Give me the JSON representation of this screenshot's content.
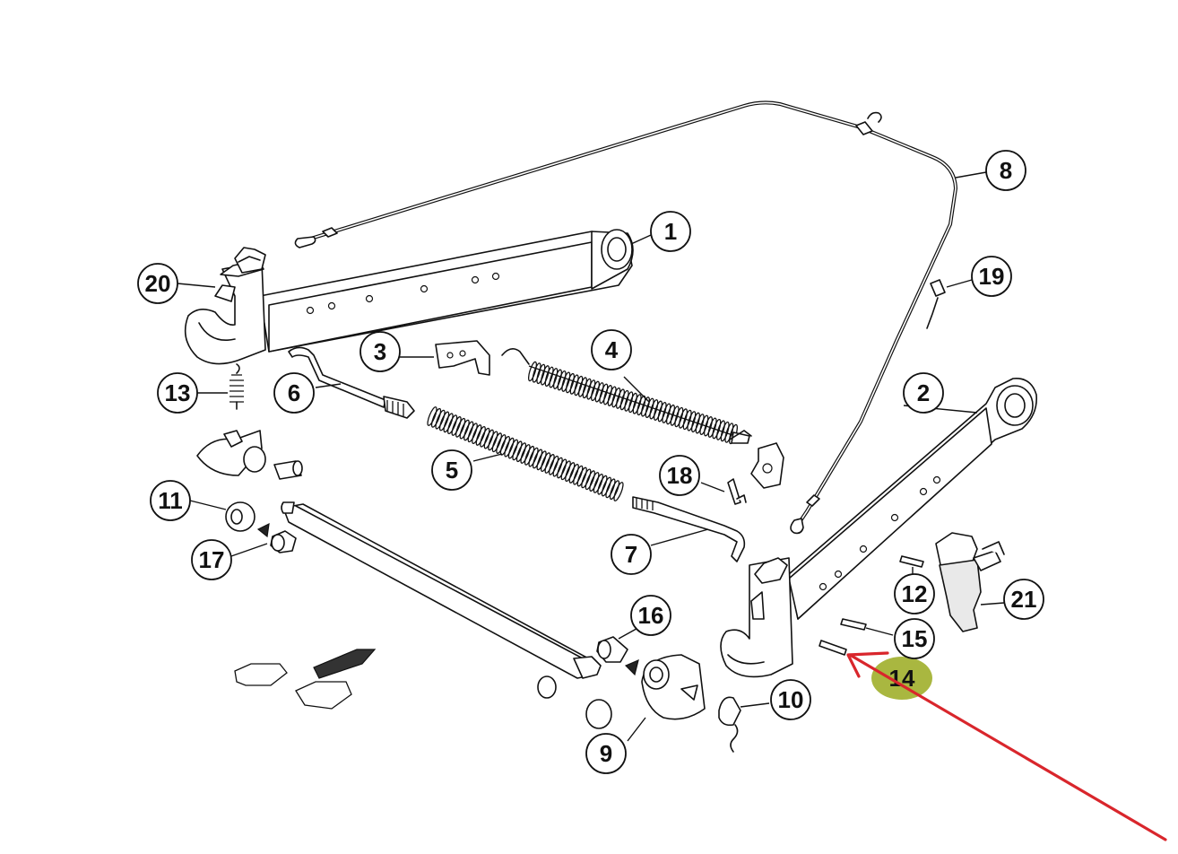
{
  "diagram": {
    "callouts": [
      {
        "id": "c1",
        "label": "1"
      },
      {
        "id": "c2",
        "label": "2"
      },
      {
        "id": "c3",
        "label": "3"
      },
      {
        "id": "c4",
        "label": "4"
      },
      {
        "id": "c5",
        "label": "5"
      },
      {
        "id": "c6",
        "label": "6"
      },
      {
        "id": "c7",
        "label": "7"
      },
      {
        "id": "c8",
        "label": "8"
      },
      {
        "id": "c9",
        "label": "9"
      },
      {
        "id": "c10",
        "label": "10"
      },
      {
        "id": "c11",
        "label": "11"
      },
      {
        "id": "c12",
        "label": "12"
      },
      {
        "id": "c13",
        "label": "13"
      },
      {
        "id": "c14",
        "label": "14"
      },
      {
        "id": "c15",
        "label": "15"
      },
      {
        "id": "c16",
        "label": "16"
      },
      {
        "id": "c17",
        "label": "17"
      },
      {
        "id": "c18",
        "label": "18"
      },
      {
        "id": "c19",
        "label": "19"
      },
      {
        "id": "c20",
        "label": "20"
      },
      {
        "id": "c21",
        "label": "21"
      }
    ],
    "highlight": {
      "target": "14",
      "color": "#9aaa1f"
    },
    "annotation_arrow": {
      "color": "#d9262c",
      "points_to": "14"
    }
  }
}
